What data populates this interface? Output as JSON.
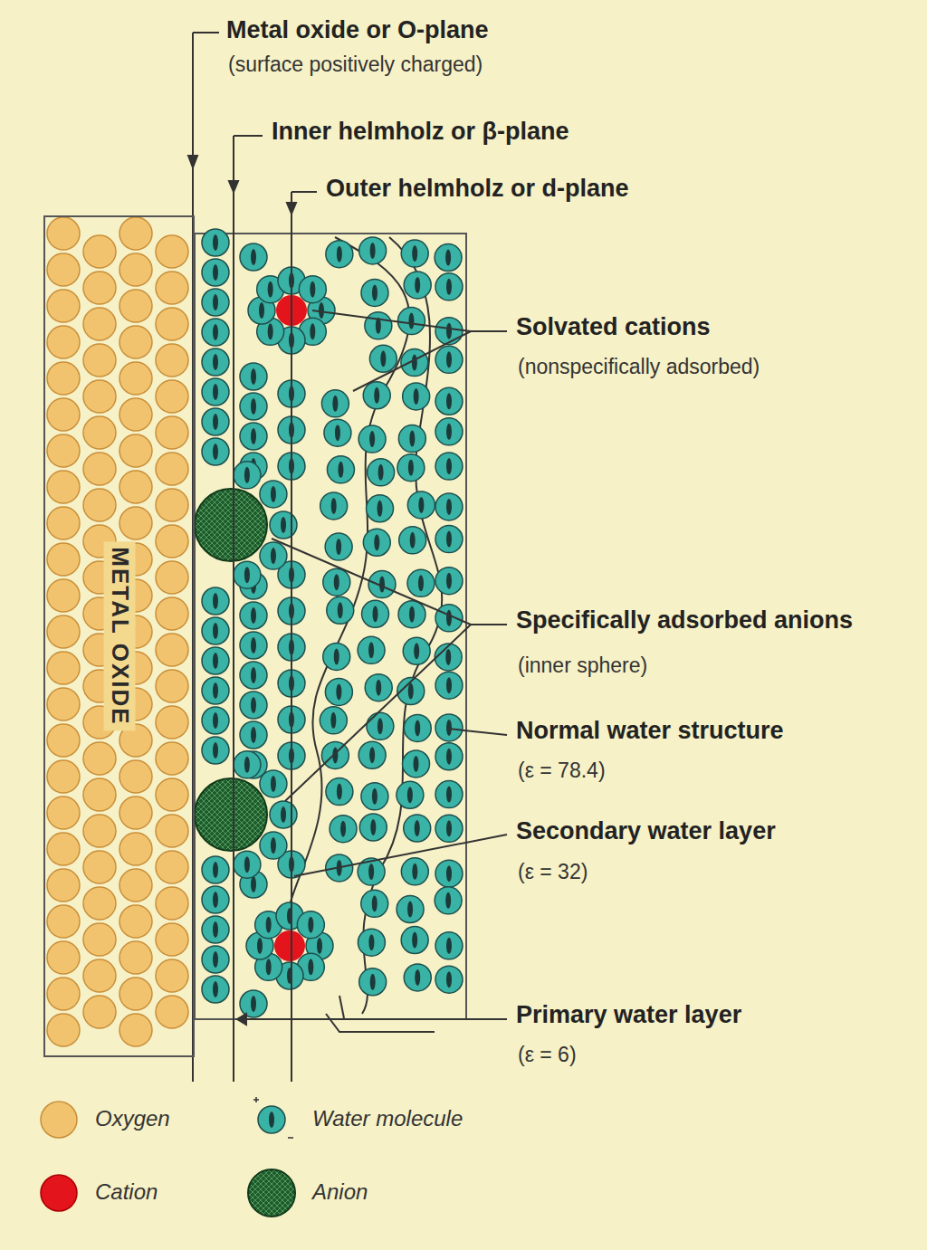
{
  "diagram": {
    "nodes": [
      {
        "text": [
          "METAL OXIDE"
        ]
      }
    ],
    "labels": [
      "Metal oxide or O-plane",
      "(surface positively charged)",
      "Inner helmholz or β-plane",
      "Outer helmholz or d-plane",
      "Solvated cations",
      "(nonspecifically adsorbed)",
      "Specifically adsorbed anions",
      "(inner sphere)",
      "Normal water structure",
      "(ε = 78.4)",
      "Secondary water layer",
      "(ε = 32)",
      "Primary water layer",
      "(ε = 6)"
    ],
    "legend": [
      {
        "text": "Oxygen",
        "color": "#f2c36e"
      },
      {
        "text": "Water molecule"
      },
      {
        "text": "Cation",
        "color": "#e3141c"
      },
      {
        "text": "Anion"
      }
    ]
  }
}
